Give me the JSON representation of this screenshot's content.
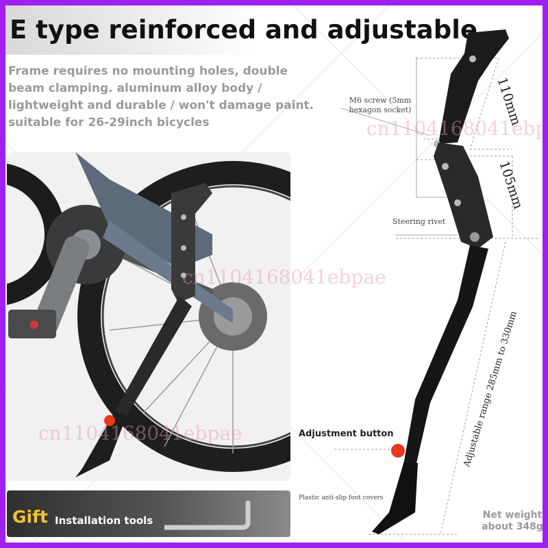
{
  "title": "E type reinforced and adjustable",
  "description": "Frame requires no mounting holes, double beam clamping. aluminum alloy body / lightweight and durable / won't damage paint. suitable for 26-29inch bicycles",
  "labels": {
    "m6_screw": "M6 screw (5mm hexagon socket)",
    "steering_rivet": "Steering rivet",
    "adjustment_button": "Adjustment button",
    "foot_covers": "Plastic anti-slip foot covers"
  },
  "dimensions": {
    "upper": "110mm",
    "middle": "105mm",
    "range": "Adjustable range 285mm to 330mm"
  },
  "gift": {
    "label": "Gift",
    "item": "Installation tools"
  },
  "weight": {
    "line1": "Net weight",
    "line2": "about 348g"
  },
  "watermark": "cn1104168041ebpae",
  "colors": {
    "frame_border": "#a020f0",
    "gift_label": "#f2c230",
    "adjustment_button": "#e53a1c",
    "watermark": "#e696b4"
  }
}
